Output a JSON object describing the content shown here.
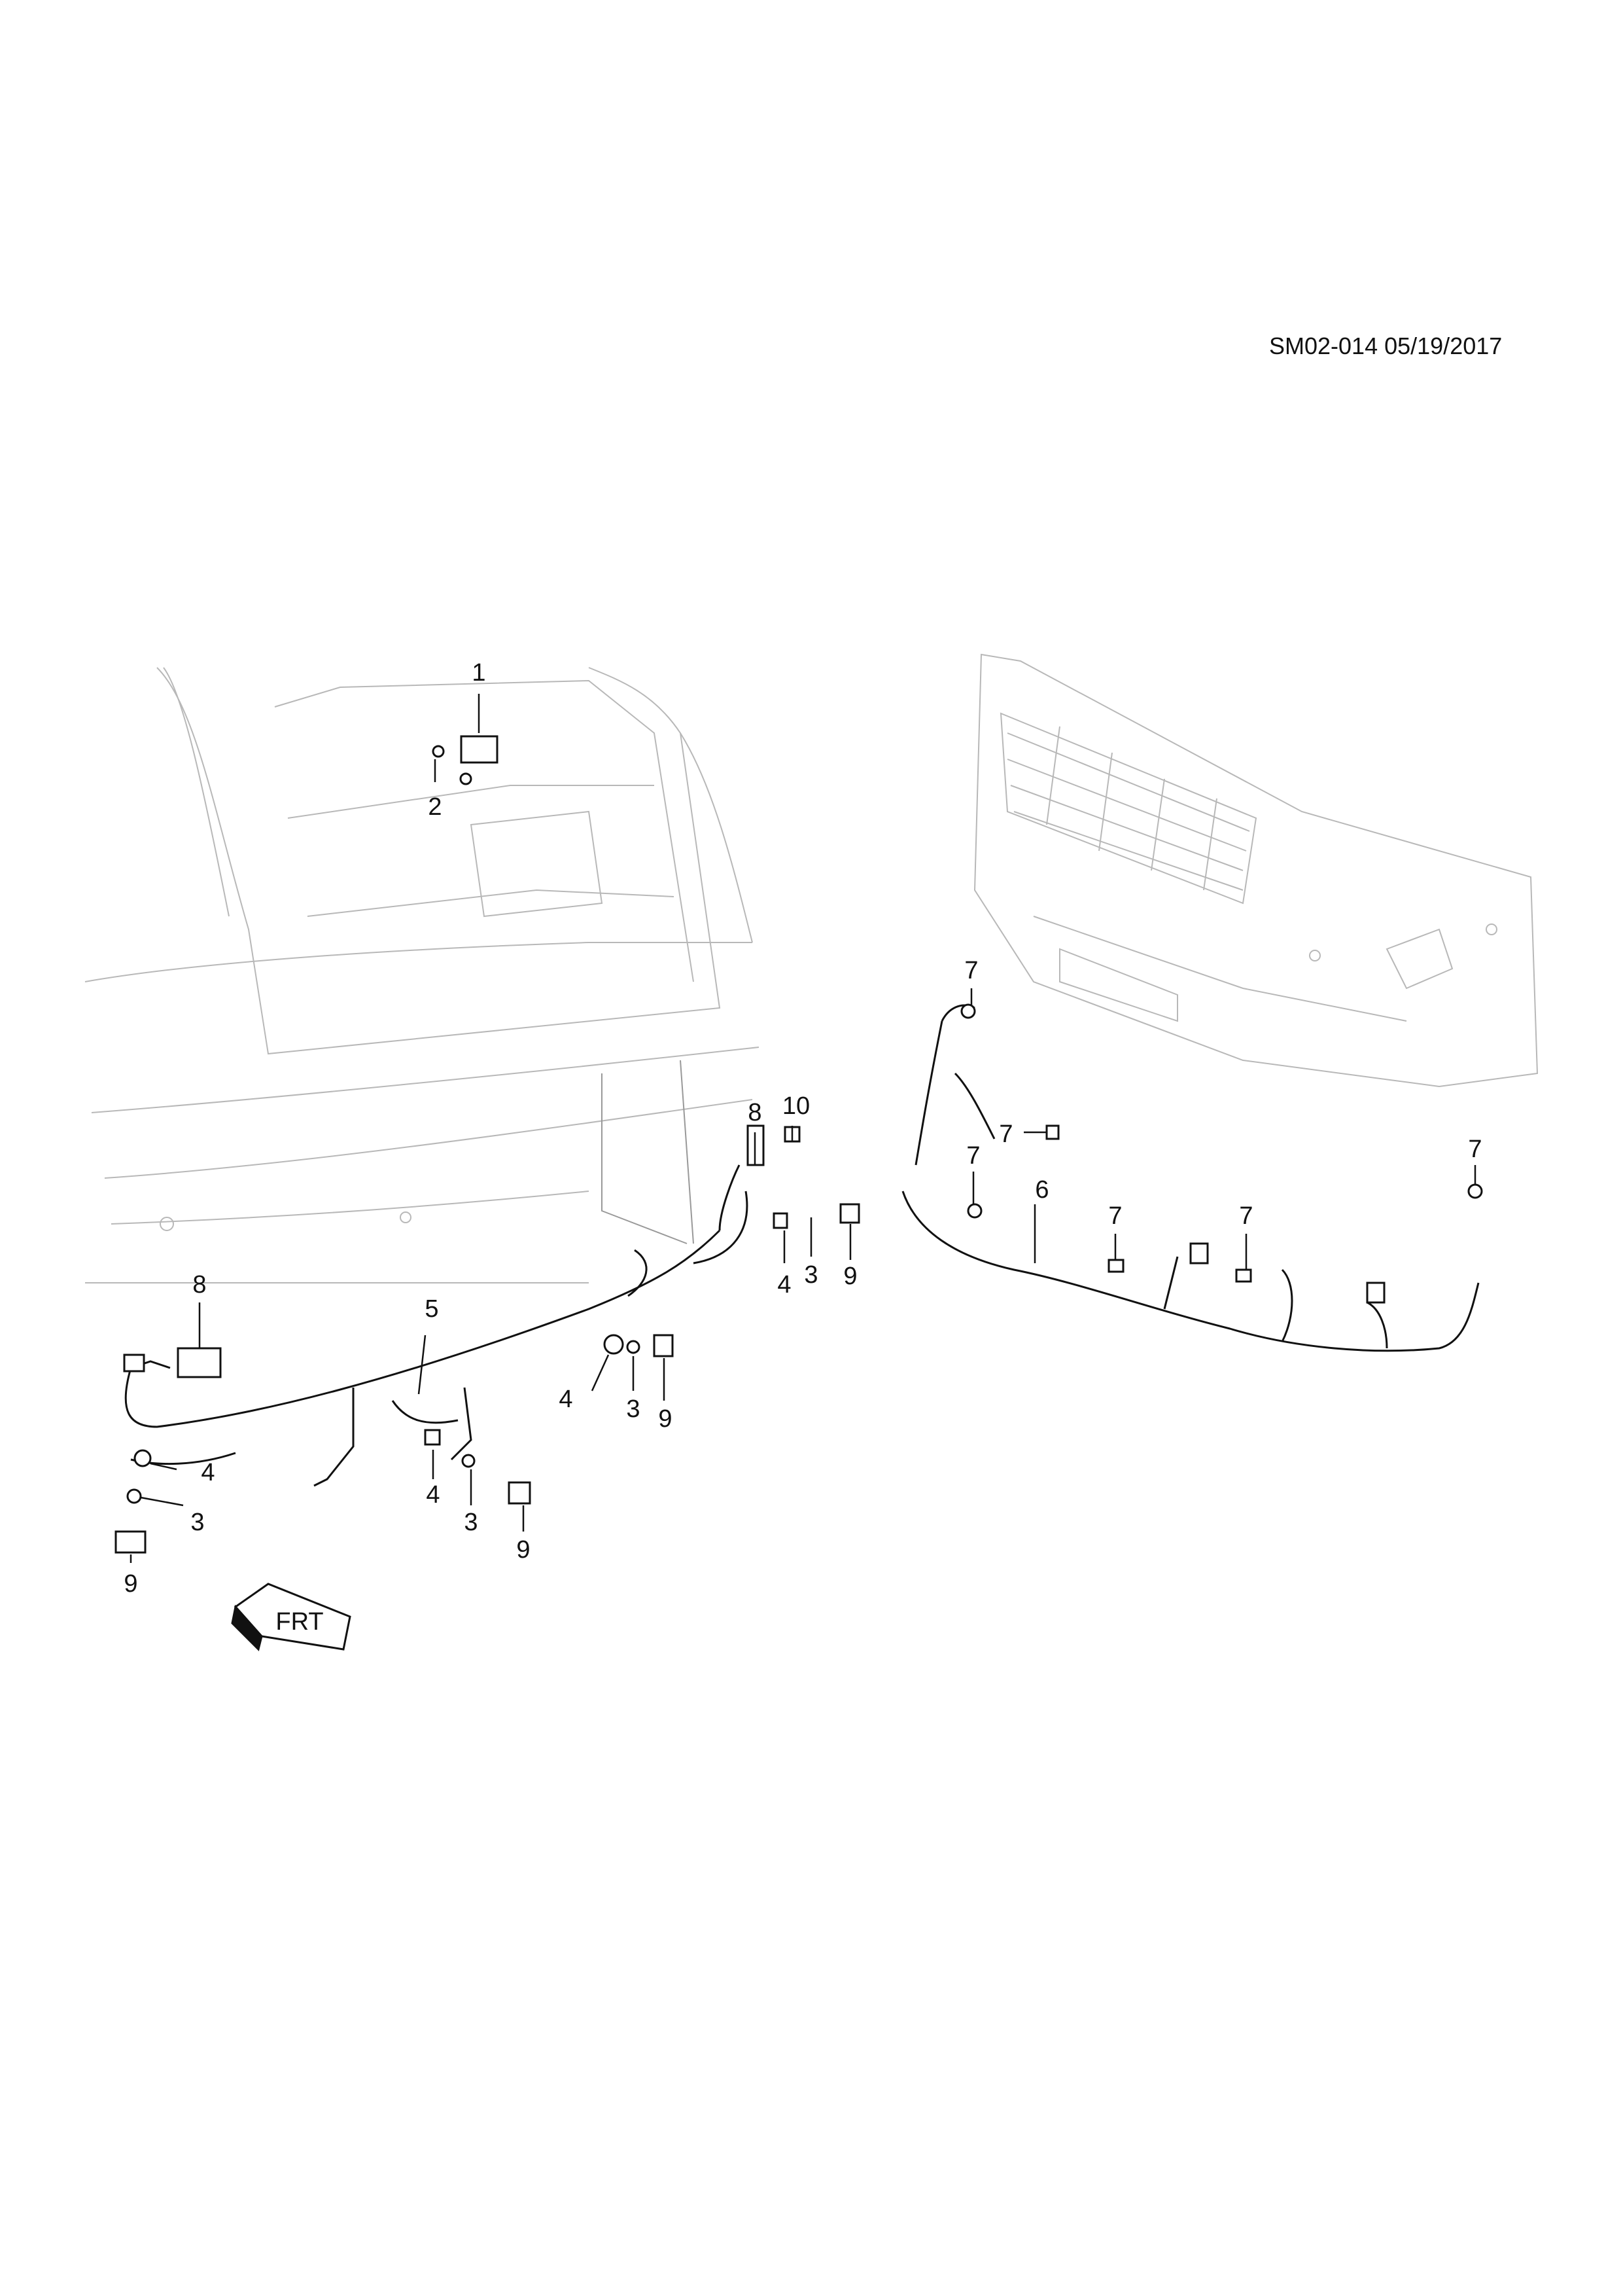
{
  "sheet": {
    "code": "SM02-014 05/19/2017"
  },
  "callouts": {
    "c1": "1",
    "c2": "2",
    "c3": "3",
    "c4": "4",
    "c5": "5",
    "c6": "6",
    "c7": "7",
    "c8": "8",
    "c9": "9",
    "c10": "10"
  },
  "colors": {
    "ink": "#111111",
    "ghost": "#b8b8b8"
  }
}
